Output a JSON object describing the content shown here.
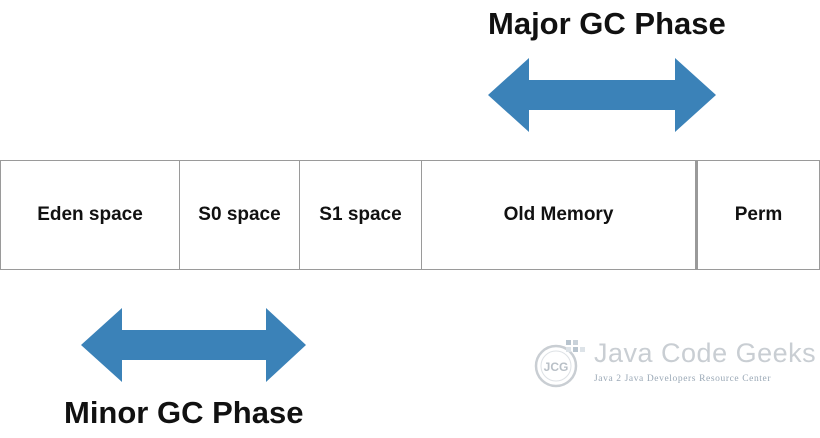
{
  "titles": {
    "major": "Major GC Phase",
    "minor": "Minor GC Phase"
  },
  "memory_segments": [
    {
      "label": "Eden space"
    },
    {
      "label": "S0 space"
    },
    {
      "label": "S1 space"
    },
    {
      "label": "Old Memory"
    },
    {
      "label": "Perm"
    }
  ],
  "watermark": {
    "brand": "Java Code Geeks",
    "tagline": "Java 2 Java Developers Resource Center",
    "logo_text": "JCG"
  },
  "colors": {
    "arrow": "#3b82b8",
    "border": "#9a9a9a",
    "watermark_brand": "#c9ced3",
    "watermark_tag": "#9aa8b6"
  },
  "icons": {
    "major_arrow": "double-arrow-horizontal",
    "minor_arrow": "double-arrow-horizontal",
    "logo": "jcg-logo"
  }
}
